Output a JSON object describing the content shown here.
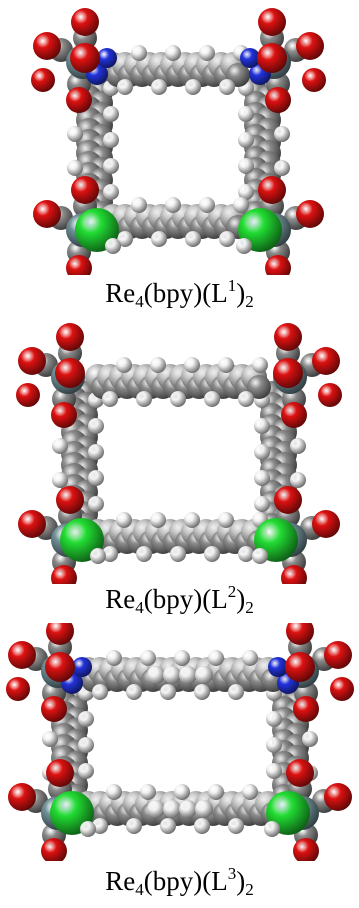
{
  "colors": {
    "carbon": "#8c8c8c",
    "carbon_light": "#c4c4c4",
    "hydrogen": "#f2f2f2",
    "nitrogen": "#2233dd",
    "oxygen": "#dd1111",
    "chlorine": "#22dd33",
    "rhenium": "#6f8f96",
    "background": "#ffffff"
  },
  "panels": [
    {
      "id": "L1",
      "has_nitrogen": true,
      "inner_hydrogens": false,
      "caption": {
        "prefix": "Re",
        "sub_a": "4",
        "middle": "(bpy)(L",
        "sup": "1",
        "close": ")",
        "sub_b": "2"
      }
    },
    {
      "id": "L2",
      "has_nitrogen": false,
      "inner_hydrogens": false,
      "caption": {
        "prefix": "Re",
        "sub_a": "4",
        "middle": "(bpy)(L",
        "sup": "2",
        "close": ")",
        "sub_b": "2"
      }
    },
    {
      "id": "L3",
      "has_nitrogen": true,
      "inner_hydrogens": true,
      "caption": {
        "prefix": "Re",
        "sub_a": "4",
        "middle": "(bpy)(L",
        "sup": "3",
        "close": ")",
        "sub_b": "2"
      }
    }
  ]
}
